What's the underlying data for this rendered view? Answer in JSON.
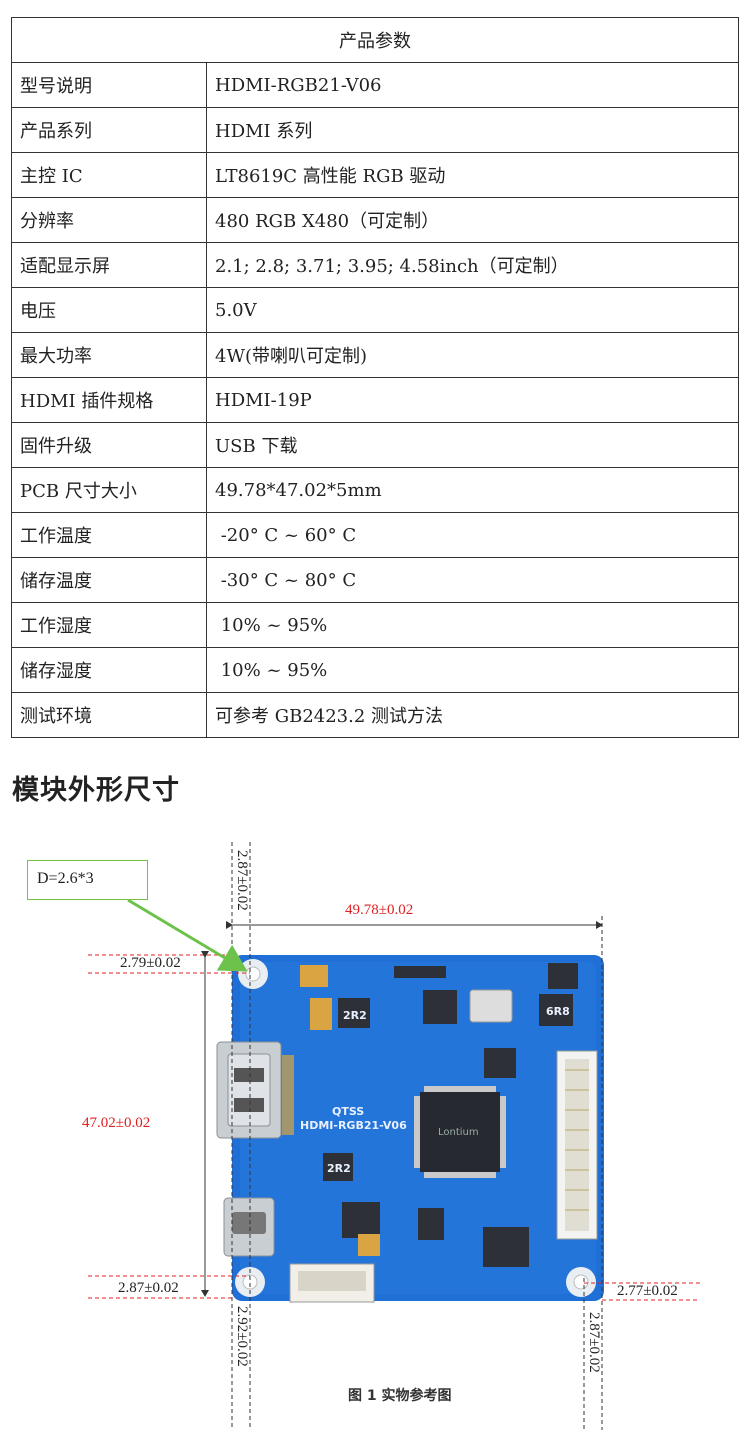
{
  "table": {
    "header": "产品参数",
    "rows": [
      {
        "key": "型号说明",
        "value": "HDMI-RGB21-V06"
      },
      {
        "key": "产品系列",
        "value": "HDMI 系列"
      },
      {
        "key": "主控 IC",
        "value": "LT8619C 高性能 RGB 驱动"
      },
      {
        "key": "分辨率",
        "value": "480 RGB X480（可定制）"
      },
      {
        "key": "适配显示屏",
        "value": "2.1; 2.8; 3.71; 3.95; 4.58inch（可定制）"
      },
      {
        "key": "电压",
        "value": "5.0V"
      },
      {
        "key": "最大功率",
        "value": "4W(带喇叭可定制)"
      },
      {
        "key": "HDMI 插件规格",
        "value": "HDMI-19P"
      },
      {
        "key": "固件升级",
        "value": "USB 下载"
      },
      {
        "key": "PCB 尺寸大小",
        "value": "49.78*47.02*5mm"
      },
      {
        "key": "工作温度",
        "value": " -20° C ~ 60° C"
      },
      {
        "key": "储存温度",
        "value": " -30° C ~ 80° C"
      },
      {
        "key": "工作湿度",
        "value": " 10% ~ 95%"
      },
      {
        "key": "储存湿度",
        "value": " 10% ~ 95%"
      },
      {
        "key": "测试环境",
        "value": "可参考 GB2423.2 测试方法"
      }
    ]
  },
  "section_title": "模块外形尺寸",
  "drawing": {
    "callout": "D=2.6*3",
    "dim_width": "49.78±0.02",
    "dim_height": "47.02±0.02",
    "dim_top_left_offset": "2.79±0.02",
    "dim_bottom_left_offset": "2.87±0.02",
    "dim_bottom_right_offset": "2.77±0.02",
    "dim_top_vertical": "2.87±0.02",
    "dim_bottom_left_vertical": "2.92±0.02",
    "dim_bottom_right_vertical": "2.87±0.02",
    "board_silk_brand": "QTSS",
    "board_silk_model": "HDMI-RGB21-V06",
    "inductor_label_1": "2R2",
    "inductor_label_2": "2R2",
    "inductor_label_3": "6R8",
    "chip_label": "Lontium",
    "caption": "图 1 实物参考图",
    "colors": {
      "pcb": "#1f6fd6",
      "dimension_text": "#e02020",
      "callout_border": "#7ac043"
    }
  }
}
